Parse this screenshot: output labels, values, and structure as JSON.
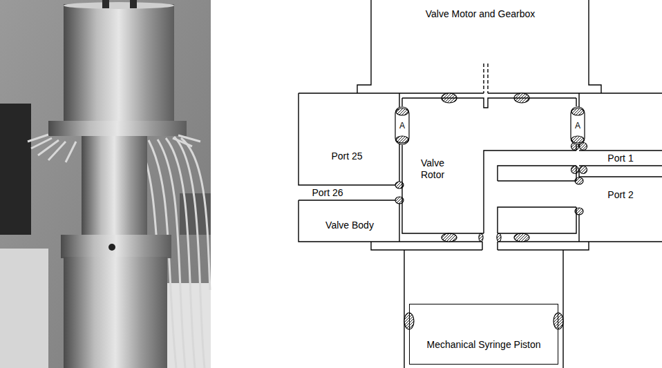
{
  "diagram": {
    "nodes": [
      {
        "text": [
          "Valve Rotor"
        ]
      },
      {
        "text": [
          "Mechanical Syringe Piston"
        ]
      }
    ],
    "labels": [
      "Valve Motor and Gearbox",
      "A",
      "A",
      "Port 25",
      "Port 1",
      "Port 2",
      "Port 26",
      "Valve Body"
    ]
  }
}
